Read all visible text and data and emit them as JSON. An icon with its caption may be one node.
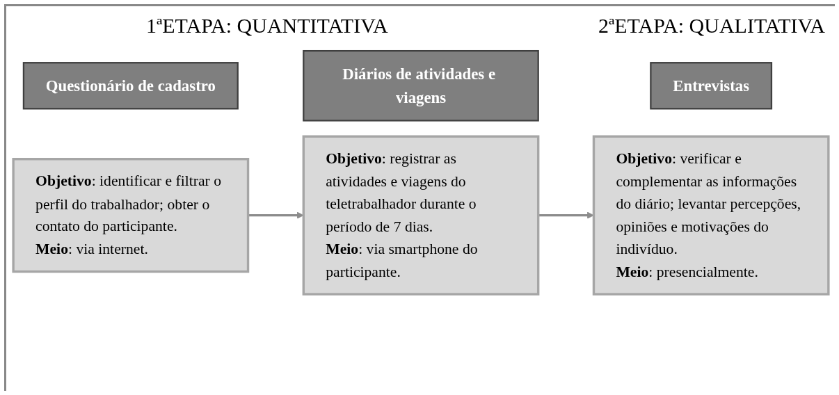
{
  "diagram": {
    "nodes": [
      {
        "text": [
          "Questionário de cadastro"
        ]
      },
      {
        "text": [
          "**Objetivo**: identificar e filtrar o perfil do trabalhador; obter o contato do participante.",
          "**Meio**: via internet."
        ]
      },
      {
        "text": [
          "Diários de atividades e viagens"
        ]
      },
      {
        "text": [
          "**Objetivo**: registrar as atividades e viagens do teletrabalhador durante o período de 7 dias.",
          "**Meio**: via smartphone do participante."
        ]
      },
      {
        "text": [
          "Entrevistas"
        ]
      },
      {
        "text": [
          "**Objetivo**: verificar e complementar as informações do diário; levantar percepções, opiniões e motivações do indivíduo.",
          "**Meio**: presencialmente."
        ]
      }
    ],
    "edges": [
      {
        "from": 1,
        "to": 3,
        "arrow": "to"
      },
      {
        "from": 3,
        "to": 5,
        "arrow": "to"
      }
    ],
    "labels": [
      "1ªETAPA: QUANTITATIVA",
      "2ªETAPA: QUALITATIVA"
    ]
  }
}
